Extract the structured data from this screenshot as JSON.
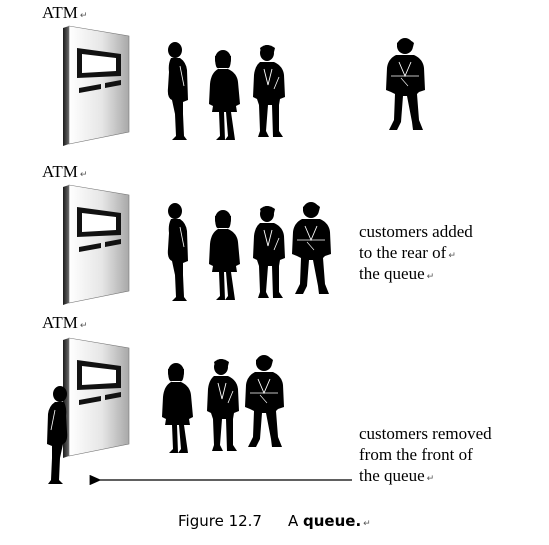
{
  "rows": [
    {
      "atm_label": "ATM",
      "annotation": []
    },
    {
      "atm_label": "ATM",
      "annotation": [
        "customers added",
        "to the rear of",
        "the queue"
      ]
    },
    {
      "atm_label": "ATM",
      "annotation": [
        "customers removed",
        "from the front of",
        "the queue"
      ]
    }
  ],
  "caption": {
    "figure": "Figure 12.7",
    "prefix": "A",
    "term": "queue",
    "suffix": "."
  },
  "paragraph_mark": "↵"
}
